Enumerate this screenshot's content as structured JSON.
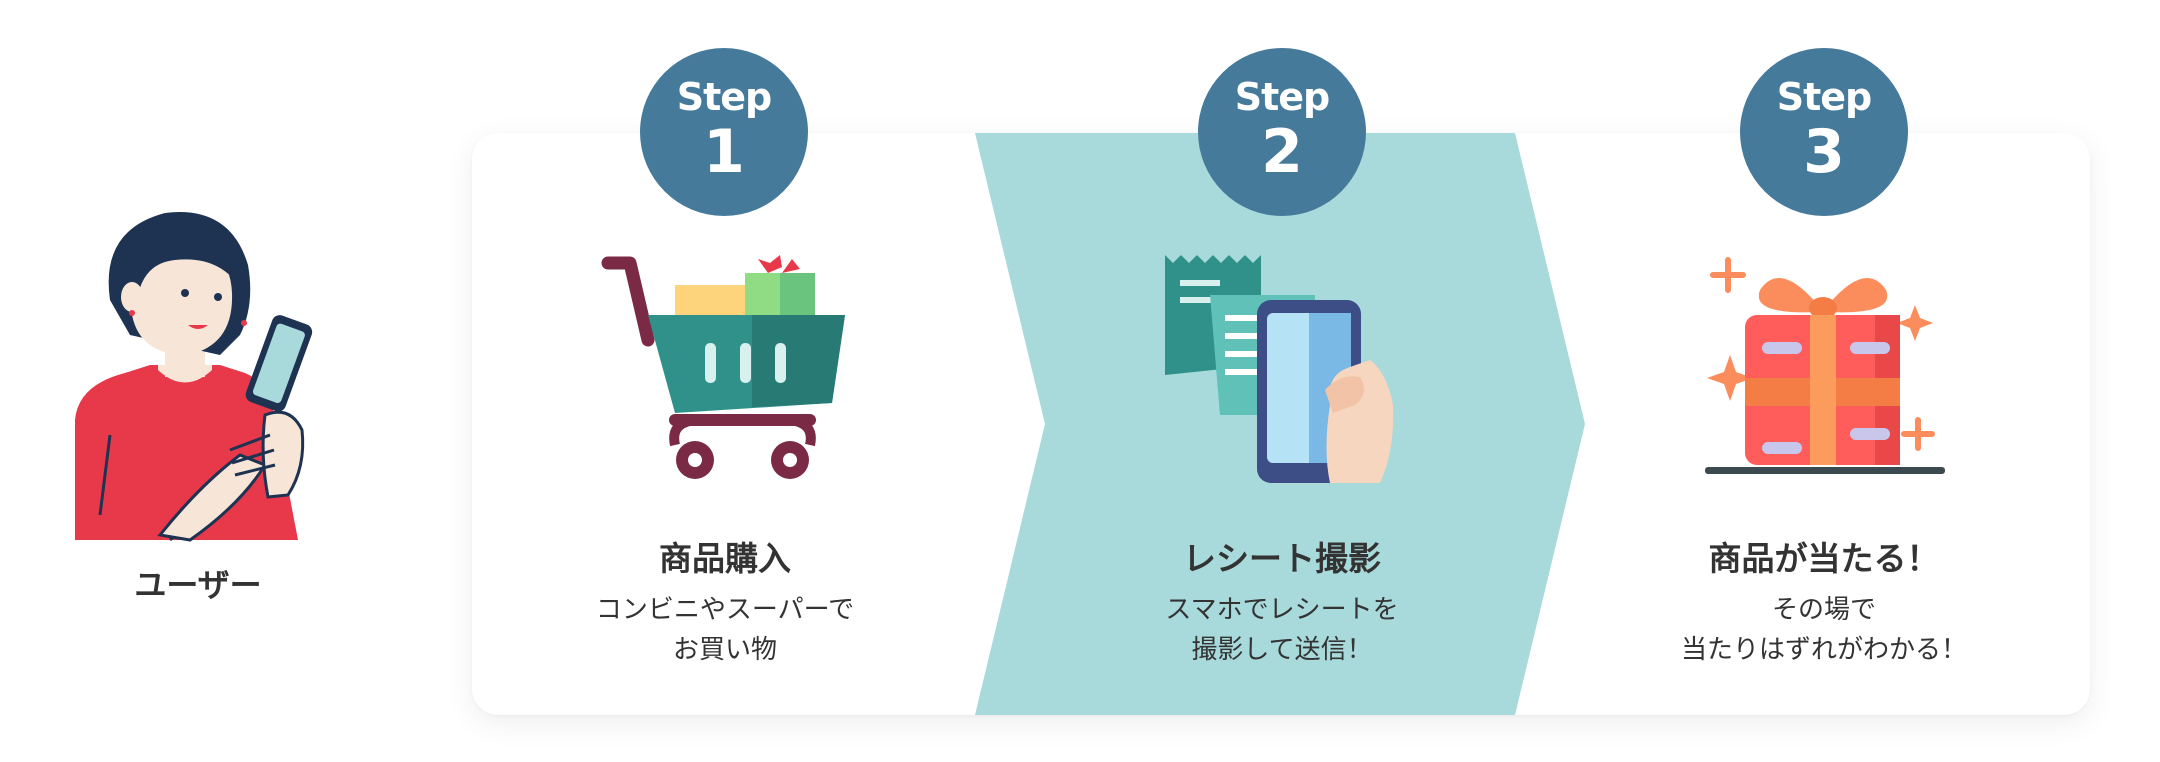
{
  "user": {
    "label": "ユーザー"
  },
  "steps": [
    {
      "word": "Step",
      "number": "1",
      "title": "商品購入",
      "desc_line1": "コンビニやスーパーで",
      "desc_line2": "お買い物",
      "icon": "shopping-cart-icon"
    },
    {
      "word": "Step",
      "number": "2",
      "title": "レシート撮影",
      "desc_line1": "スマホでレシートを",
      "desc_line2": "撮影して送信！",
      "icon": "receipt-phone-icon"
    },
    {
      "word": "Step",
      "number": "3",
      "title": "商品が当たる！",
      "desc_line1": "その場で",
      "desc_line2": "当たりはずれがわかる！",
      "icon": "gift-box-icon"
    }
  ],
  "colors": {
    "badge": "#457a9b",
    "chevron": "#a8d9db",
    "card": "#ffffff",
    "text": "#333333"
  }
}
